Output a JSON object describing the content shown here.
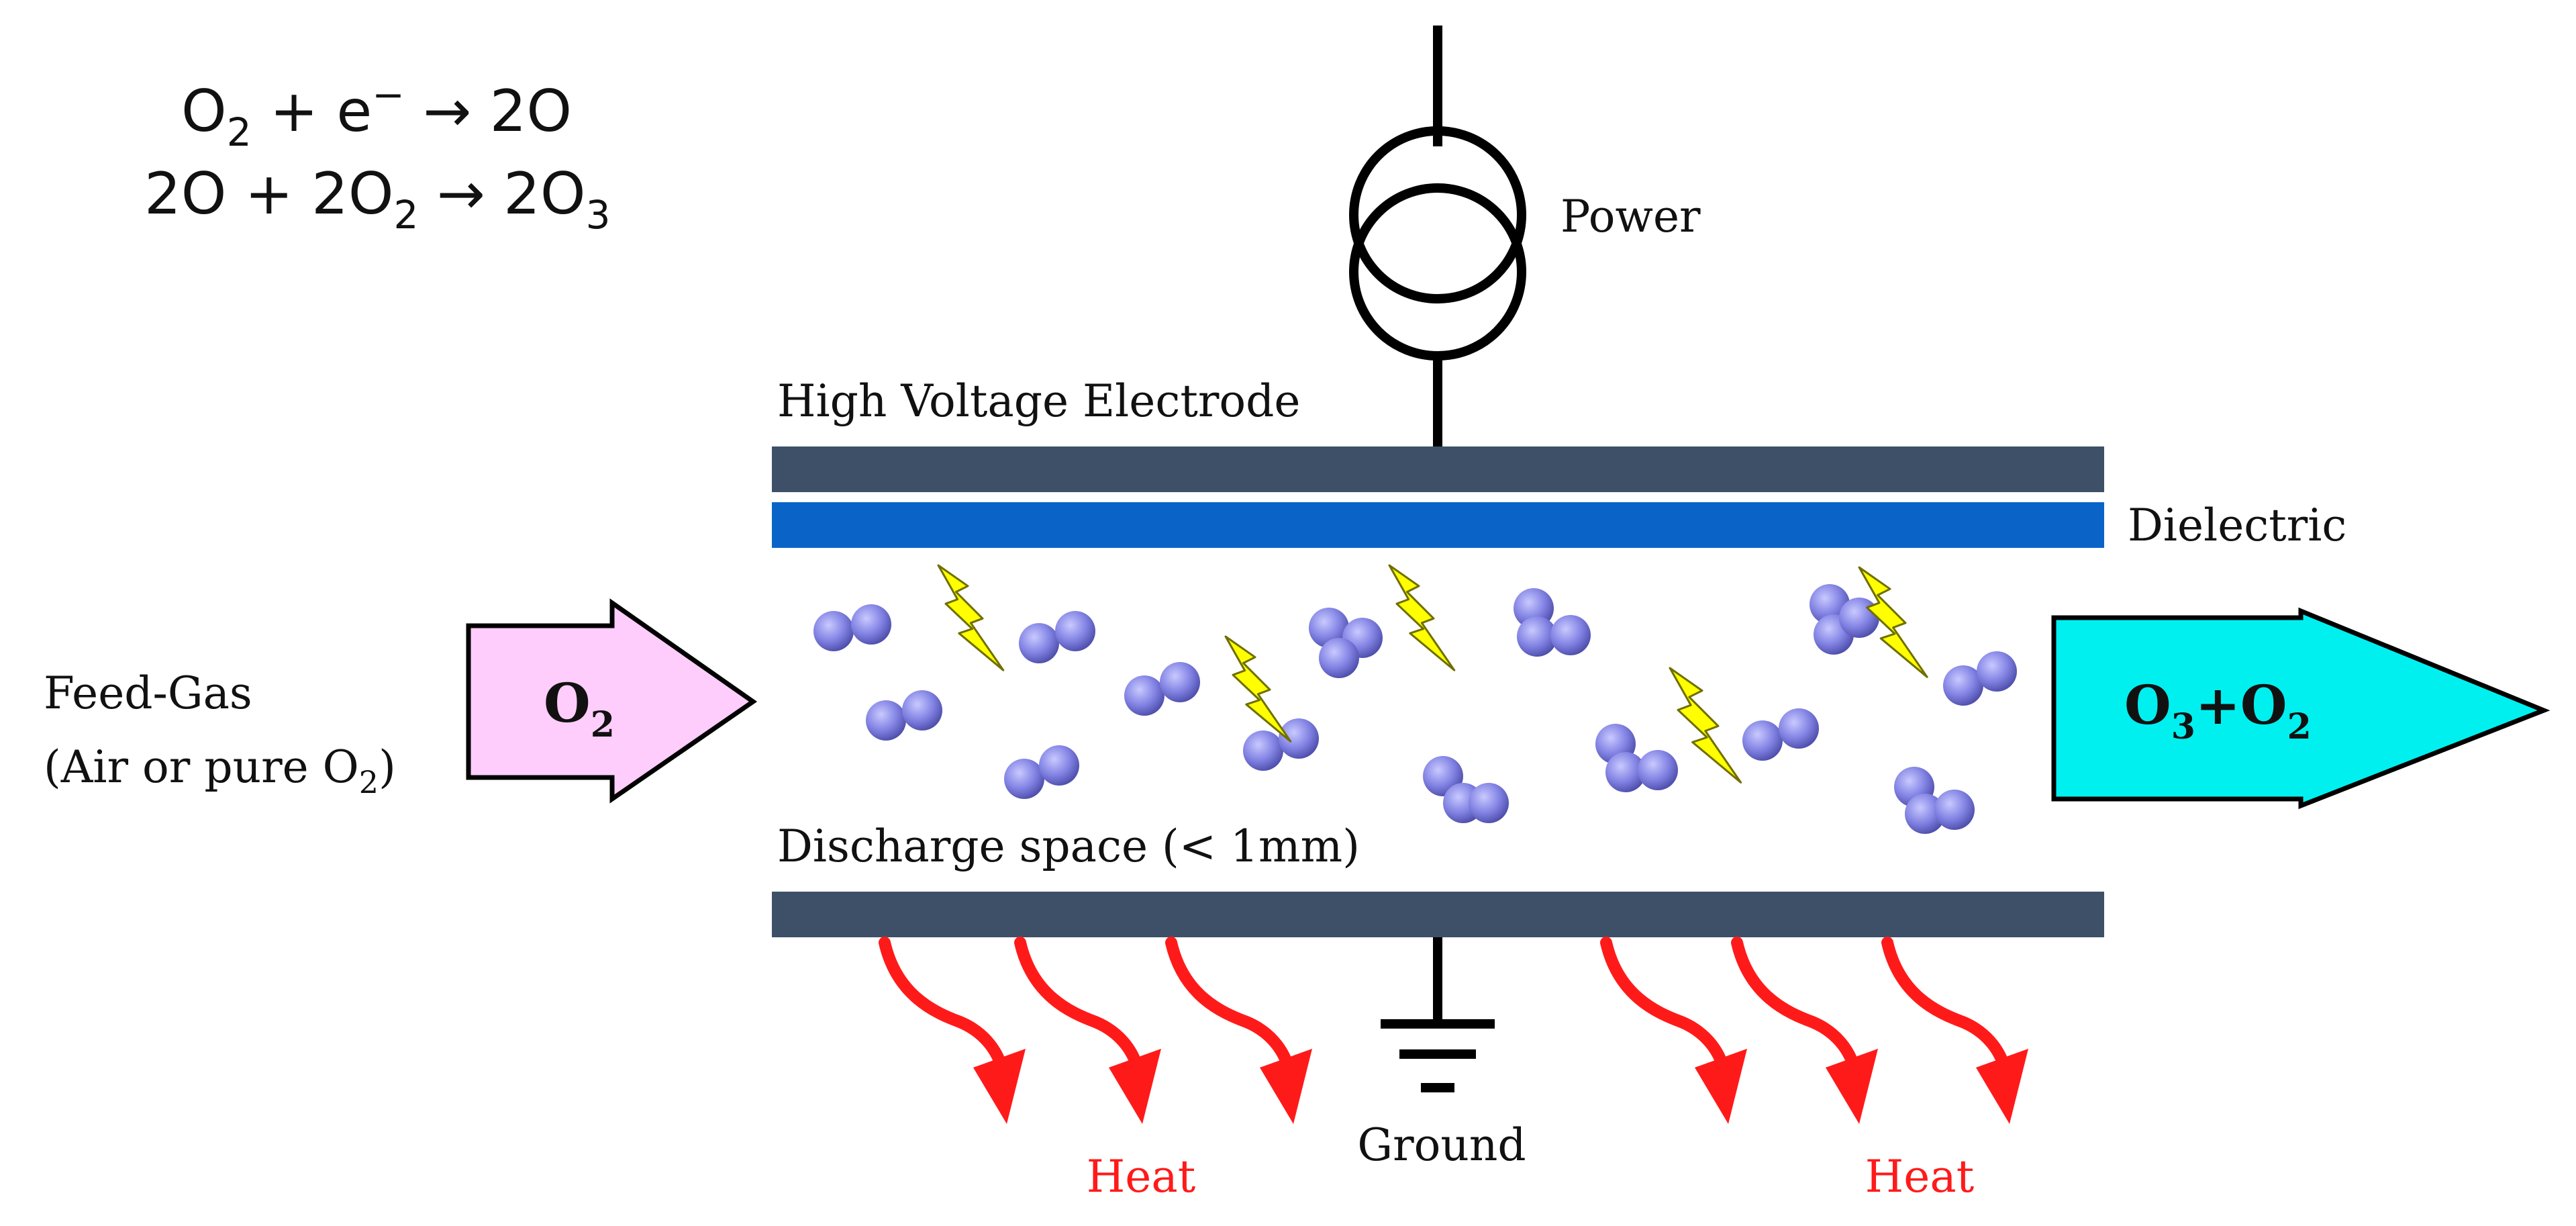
{
  "equations": {
    "line1": {
      "a": "O",
      "a_sub": "2",
      "b": " + e",
      "b_sup": "−",
      "c": " → 2O"
    },
    "line2": {
      "a": "2O + 2O",
      "a_sub": "2",
      "b": " → 2O",
      "b_sub": "3"
    }
  },
  "labels": {
    "power": "Power",
    "high_voltage_electrode": "High Voltage Electrode",
    "dielectric": "Dielectric",
    "feed_gas_line1": "Feed-Gas",
    "feed_gas_line2": "(Air or pure O",
    "feed_gas_sub": "2",
    "feed_gas_close": ")",
    "discharge_space": "Discharge space (< 1mm)",
    "ground": "Ground",
    "heat_left": "Heat",
    "heat_right": "Heat"
  },
  "arrows": {
    "inlet": {
      "text": "O",
      "sub": "2"
    },
    "outlet": {
      "text": "O",
      "sub1": "3",
      "plus": "+O",
      "sub2": "2"
    }
  },
  "colors": {
    "electrode": "#3d5068",
    "dielectric": "#0a64c8",
    "inlet_fill": "#ffcdfb",
    "outlet_fill": "#00f0f0",
    "molecule": "#7f80e0",
    "spark": "#ffff00",
    "heat": "#ff1a1a"
  }
}
